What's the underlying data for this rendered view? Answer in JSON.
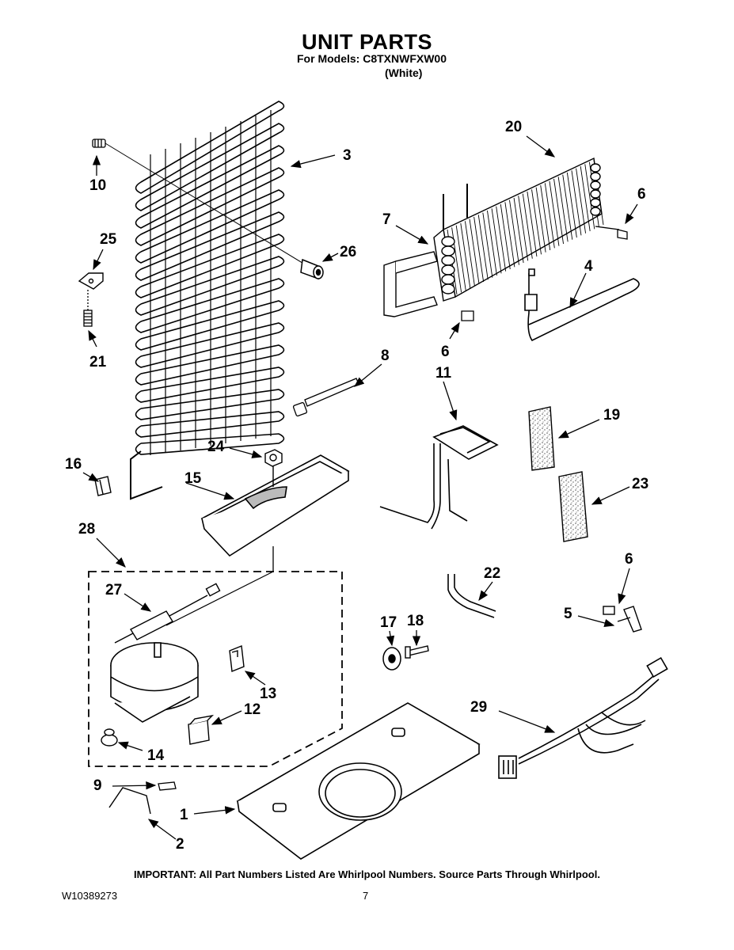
{
  "header": {
    "title": "UNIT PARTS",
    "models_line": "For Models: C8TXNWFXW00",
    "color_line": "(White)"
  },
  "footer": {
    "important": "IMPORTANT: All Part Numbers Listed Are Whirlpool Numbers. Source Parts Through Whirlpool.",
    "doc_number": "W10389273",
    "page_number": "7"
  },
  "callouts": [
    "1",
    "2",
    "3",
    "4",
    "5",
    "6",
    "6",
    "6",
    "7",
    "8",
    "9",
    "10",
    "11",
    "12",
    "13",
    "14",
    "15",
    "16",
    "17",
    "18",
    "19",
    "20",
    "21",
    "22",
    "23",
    "24",
    "25",
    "26",
    "27",
    "28",
    "29"
  ]
}
